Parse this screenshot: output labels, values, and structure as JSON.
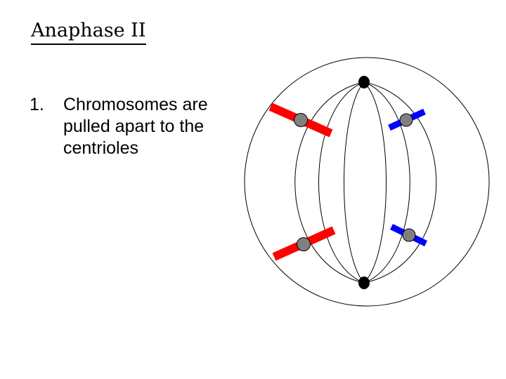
{
  "slide": {
    "title": "Anaphase II",
    "bullets": [
      {
        "number": "1.",
        "text": "Chromosomes are pulled apart to the centrioles"
      }
    ]
  },
  "colors": {
    "background": "#ffffff",
    "outline": "#000000",
    "chromosome_red": "#ff0000",
    "chromosome_blue": "#0000ff",
    "centromere": "#808080",
    "centriole": "#000000"
  },
  "diagram": {
    "cell": "cell-membrane",
    "poles": [
      "top-centriole",
      "bottom-centriole"
    ],
    "chromosomes": [
      {
        "color": "red",
        "pole": "top",
        "side": "left"
      },
      {
        "color": "blue",
        "pole": "top",
        "side": "right"
      },
      {
        "color": "red",
        "pole": "bottom",
        "side": "left"
      },
      {
        "color": "blue",
        "pole": "bottom",
        "side": "right"
      }
    ]
  }
}
